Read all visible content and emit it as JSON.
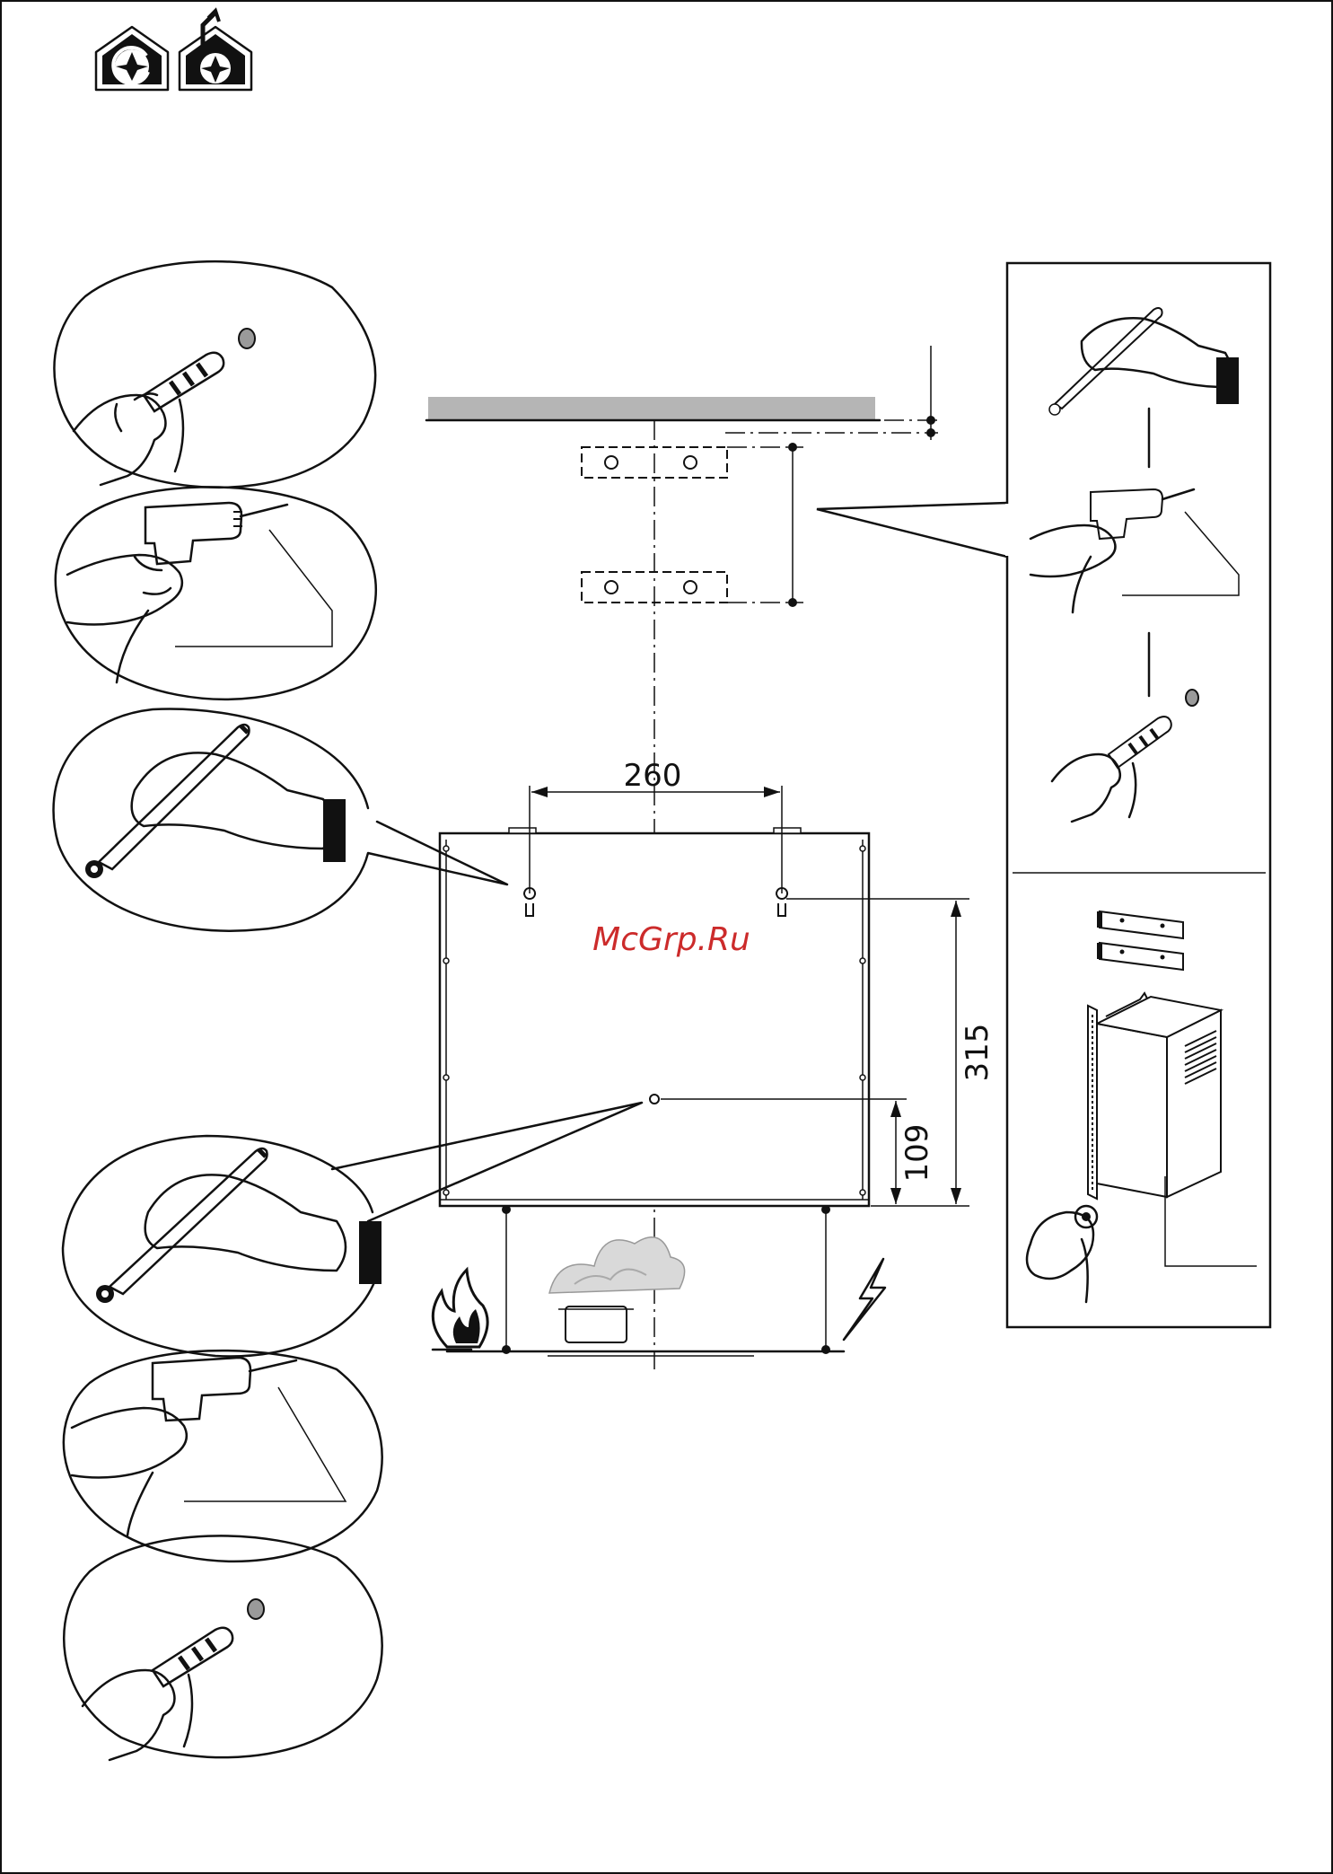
{
  "dimensions": {
    "width_260": "260",
    "height_315": "315",
    "height_109": "109"
  },
  "watermark": "McGrp.Ru",
  "colors": {
    "ink": "#111111",
    "ceiling_fill": "#b5b5b5",
    "hole_gray": "#9a9a9a",
    "watermark": "#cc2b2b"
  },
  "icons": {
    "recirculation": "recirculation-mode-icon",
    "extraction": "extraction-mode-icon",
    "fire": "gas-hob-flame-icon",
    "electric": "electric-hob-bolt-icon"
  }
}
